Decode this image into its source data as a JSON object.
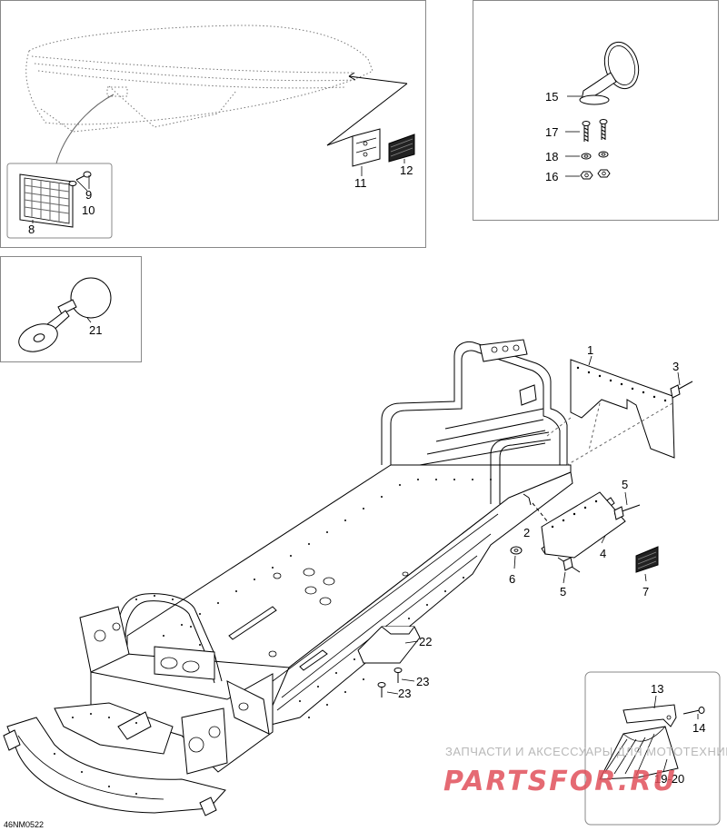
{
  "diagram_code": "46NM0522",
  "watermark": {
    "top_text": "ЗАПЧАСТИ И АКСЕССУАРЫ ДЛЯ МОТОТЕХНИКИ",
    "logo_text": "PARTSFOR.RU"
  },
  "callouts": {
    "c1": "1",
    "c2": "2",
    "c3": "3",
    "c4": "4",
    "c5a": "5",
    "c5b": "5",
    "c6": "6",
    "c7": "7",
    "c8": "8",
    "c9": "9",
    "c10": "10",
    "c11": "11",
    "c12": "12",
    "c13": "13",
    "c14": "14",
    "c15": "15",
    "c16": "16",
    "c17": "17",
    "c18": "18",
    "c19_20": "19-20",
    "c21": "21",
    "c22": "22",
    "c23a": "23",
    "c23b": "23"
  },
  "colors": {
    "line": "#000000",
    "frame": "#888888",
    "watermark_red": "#e0505a",
    "watermark_gray": "#b8b8b8"
  }
}
